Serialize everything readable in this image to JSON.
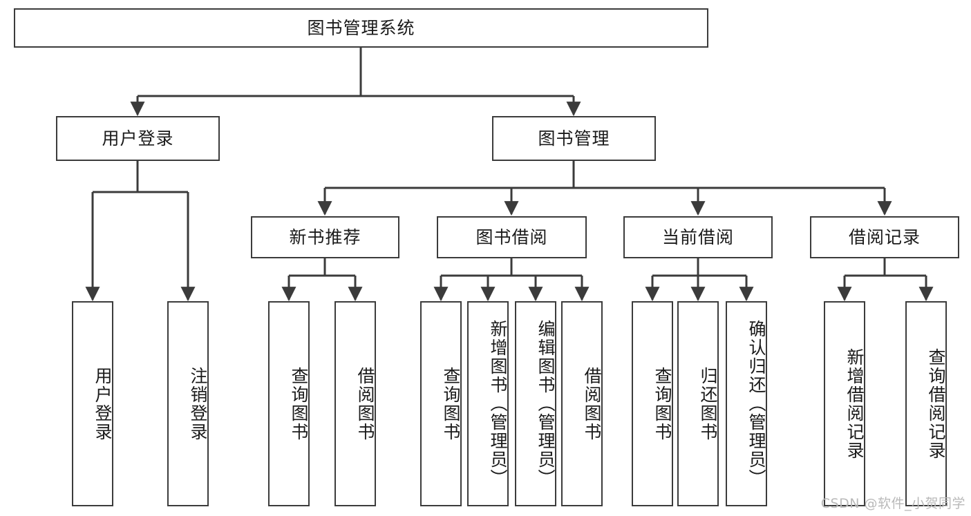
{
  "diagram": {
    "title_node": {
      "id": "root",
      "label": "图书管理系统"
    },
    "level2": [
      {
        "id": "user-login",
        "label": "用户登录"
      },
      {
        "id": "book-manage",
        "label": "图书管理"
      }
    ],
    "level3": [
      {
        "id": "new-book-recommend",
        "label": "新书推荐"
      },
      {
        "id": "book-borrow",
        "label": "图书借阅"
      },
      {
        "id": "current-borrow",
        "label": "当前借阅"
      },
      {
        "id": "borrow-record",
        "label": "借阅记录"
      }
    ],
    "leaves": {
      "user_login": [
        {
          "id": "leaf-user-login",
          "label": "用户登录"
        },
        {
          "id": "leaf-logout",
          "label": "注销登录"
        }
      ],
      "new_book_recommend": [
        {
          "id": "leaf-query-book-1",
          "label": "查询图书"
        },
        {
          "id": "leaf-borrow-book-1",
          "label": "借阅图书"
        }
      ],
      "book_borrow": [
        {
          "id": "leaf-query-book-2",
          "label": "查询图书"
        },
        {
          "id": "leaf-add-book",
          "label": "新增图书（管理员）"
        },
        {
          "id": "leaf-edit-book",
          "label": "编辑图书（管理员）"
        },
        {
          "id": "leaf-borrow-book-2",
          "label": "借阅图书"
        }
      ],
      "current_borrow": [
        {
          "id": "leaf-query-book-3",
          "label": "查询图书"
        },
        {
          "id": "leaf-return-book",
          "label": "归还图书"
        },
        {
          "id": "leaf-confirm-return",
          "label": "确认归还（管理员）"
        }
      ],
      "borrow_record": [
        {
          "id": "leaf-add-record",
          "label": "新增借阅记录"
        },
        {
          "id": "leaf-query-record",
          "label": "查询借阅记录"
        }
      ]
    }
  },
  "watermark": {
    "text": "CSDN @软件_小贺同学"
  },
  "colors": {
    "stroke": "#3b3b3b",
    "text": "#1a1a1a",
    "background": "#ffffff",
    "watermark": "#b9b9b9"
  }
}
